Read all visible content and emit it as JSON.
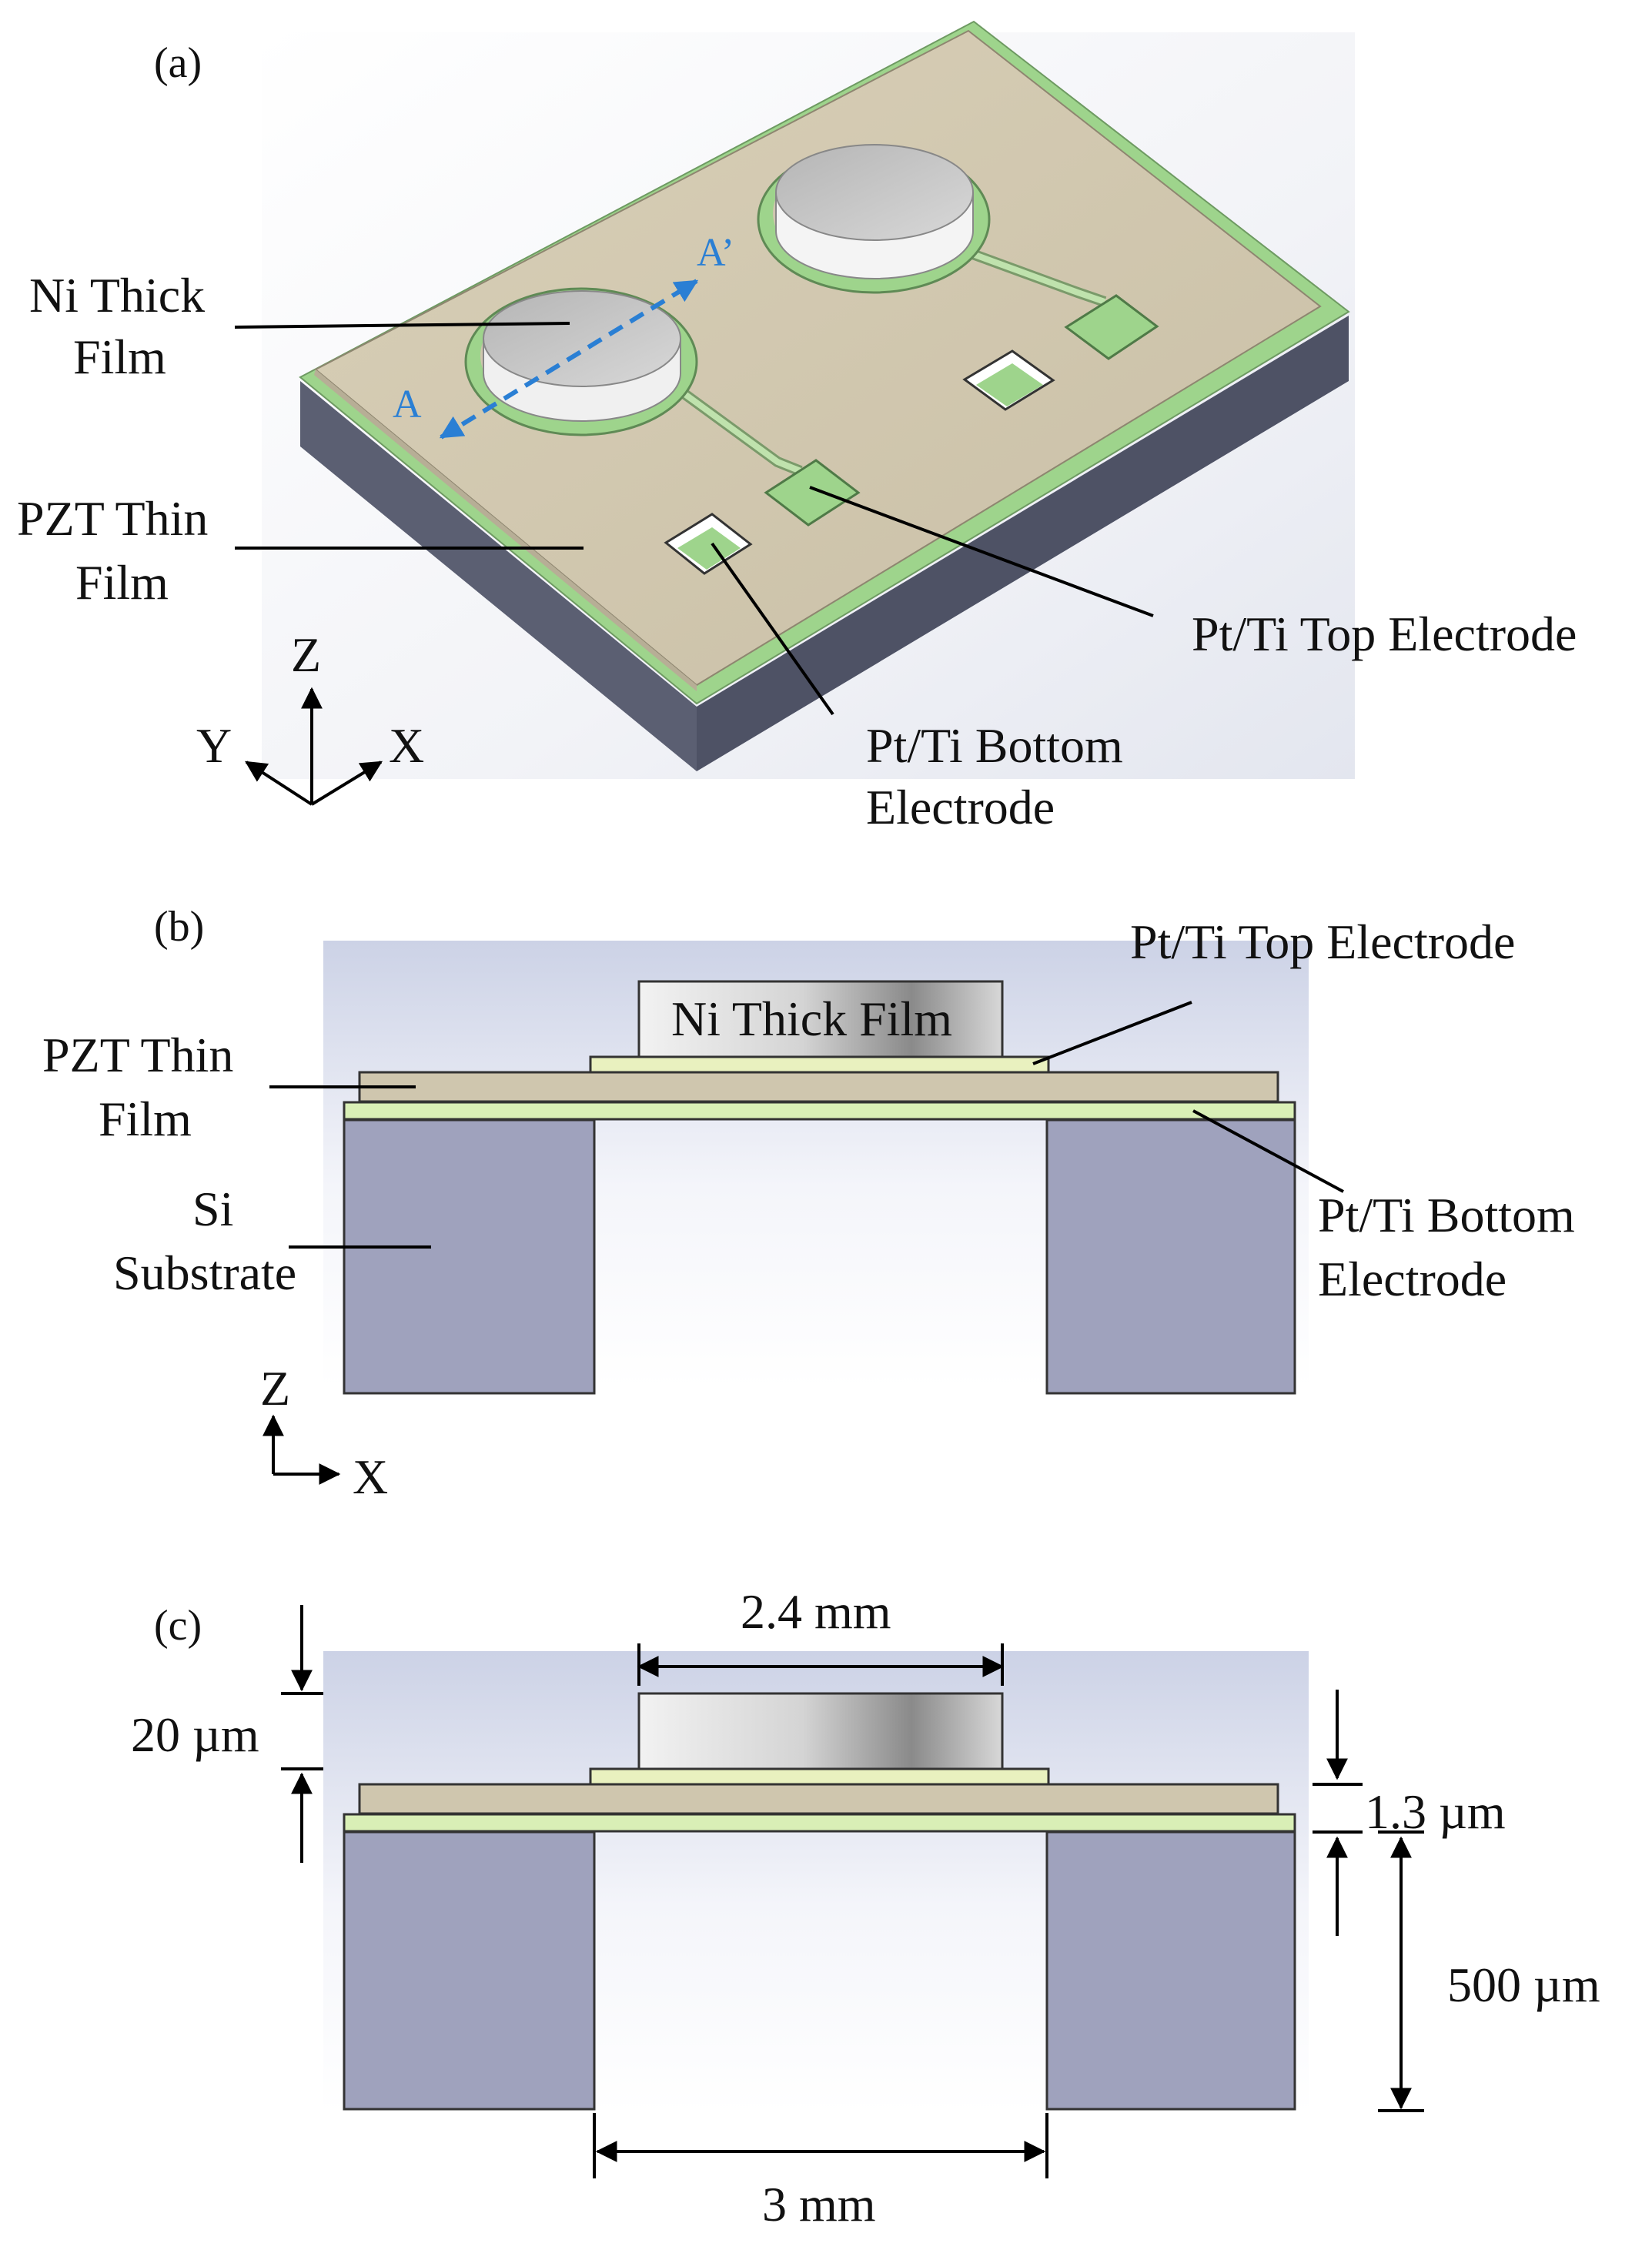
{
  "panel_a": {
    "tag": "(a)",
    "section_start": "A",
    "section_end": "A’",
    "labels": {
      "ni_line1": "Ni Thick",
      "ni_line2": "Film",
      "pzt_line1": "PZT Thin",
      "pzt_line2": "Film",
      "top_electrode": "Pt/Ti Top Electrode",
      "bottom_line1": "Pt/Ti Bottom",
      "bottom_line2": "Electrode"
    },
    "axes": {
      "z": "Z",
      "y": "Y",
      "x": "X"
    }
  },
  "panel_b": {
    "tag": "(b)",
    "labels": {
      "top_electrode": "Pt/Ti Top Electrode",
      "ni_film": "Ni Thick Film",
      "pzt_line1": "PZT Thin",
      "pzt_line2": "Film",
      "si_line1": "Si",
      "si_line2": "Substrate",
      "bottom_line1": "Pt/Ti Bottom",
      "bottom_line2": "Electrode"
    },
    "axes": {
      "z": "Z",
      "x": "X"
    }
  },
  "panel_c": {
    "tag": "(c)",
    "dimensions": {
      "ni_width": "2.4 mm",
      "ni_thickness": "20 µm",
      "film_thickness": "1.3 µm",
      "substrate_thickness": "500 µm",
      "cavity_width": "3 mm"
    }
  },
  "colors": {
    "substrate_side": "#5b5f72",
    "pzt": "#cfc6ae",
    "electrode": "#9ed48c",
    "si_block": "#9fa2bd",
    "nickel": "#c8c8c8",
    "section_arrow": "#2a7fd4"
  }
}
